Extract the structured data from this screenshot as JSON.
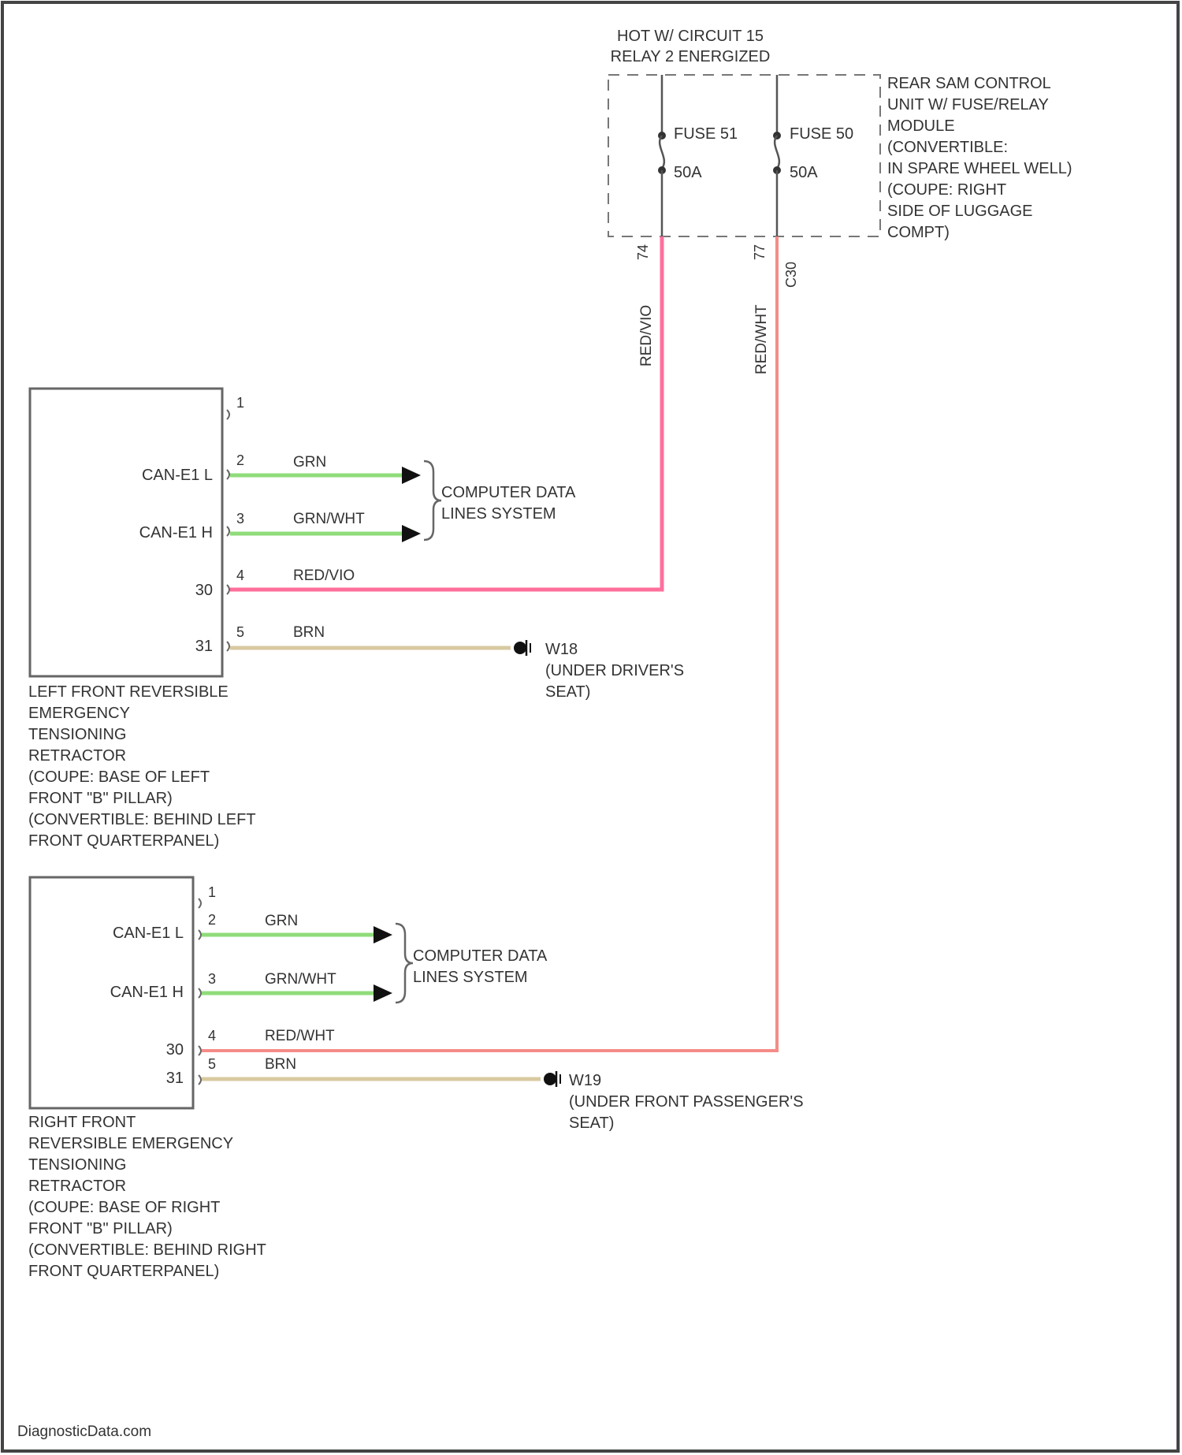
{
  "footer": "DiagnosticData.com",
  "power_note": [
    "HOT W/ CIRCUIT 15",
    "RELAY 2 ENERGIZED"
  ],
  "fuse_module": {
    "label": [
      "REAR SAM CONTROL",
      "UNIT W/ FUSE/RELAY",
      "MODULE",
      "(CONVERTIBLE:",
      "IN SPARE WHEEL WELL)",
      "(COUPE: RIGHT",
      "SIDE OF LUGGAGE",
      "COMPT)"
    ],
    "fuses": [
      {
        "name": "FUSE 51",
        "rating": "50A",
        "pin": "74"
      },
      {
        "name": "FUSE 50",
        "rating": "50A",
        "pin": "77"
      }
    ],
    "connector": "C30"
  },
  "vertical_wires": [
    {
      "label": "RED/VIO",
      "color": "#ff6f9c"
    },
    {
      "label": "RED/WHT",
      "color": "#f48c88"
    }
  ],
  "left_retractor": {
    "label": [
      "LEFT FRONT REVERSIBLE",
      "EMERGENCY",
      "TENSIONING",
      "RETRACTOR",
      "(COUPE: BASE OF LEFT",
      "FRONT \"B\" PILLAR)",
      "(CONVERTIBLE: BEHIND LEFT",
      "FRONT QUARTERPANEL)"
    ],
    "pins": [
      {
        "num": "1",
        "name": "",
        "wire": ""
      },
      {
        "num": "2",
        "name": "CAN-E1 L",
        "wire": "GRN"
      },
      {
        "num": "3",
        "name": "CAN-E1 H",
        "wire": "GRN/WHT"
      },
      {
        "num": "4",
        "name": "30",
        "wire": "RED/VIO"
      },
      {
        "num": "5",
        "name": "31",
        "wire": "BRN"
      }
    ],
    "system": [
      "COMPUTER DATA",
      "LINES SYSTEM"
    ],
    "ground": [
      "W18",
      "(UNDER DRIVER'S",
      "SEAT)"
    ]
  },
  "right_retractor": {
    "label": [
      "RIGHT FRONT",
      "REVERSIBLE EMERGENCY",
      "TENSIONING",
      "RETRACTOR",
      "(COUPE: BASE OF RIGHT",
      "FRONT \"B\" PILLAR)",
      "(CONVERTIBLE: BEHIND RIGHT",
      "FRONT QUARTERPANEL)"
    ],
    "pins": [
      {
        "num": "1",
        "name": "",
        "wire": ""
      },
      {
        "num": "2",
        "name": "CAN-E1 L",
        "wire": "GRN"
      },
      {
        "num": "3",
        "name": "CAN-E1 H",
        "wire": "GRN/WHT"
      },
      {
        "num": "4",
        "name": "30",
        "wire": "RED/WHT"
      },
      {
        "num": "5",
        "name": "31",
        "wire": "BRN"
      }
    ],
    "system": [
      "COMPUTER DATA",
      "LINES SYSTEM"
    ],
    "ground": [
      "W19",
      "(UNDER FRONT PASSENGER'S",
      "SEAT)"
    ]
  },
  "colors": {
    "green": "#8fdc7a",
    "red_vio": "#ff6f9c",
    "red_wht": "#f48c88",
    "brown": "#d8c9a0",
    "line": "#555555"
  }
}
